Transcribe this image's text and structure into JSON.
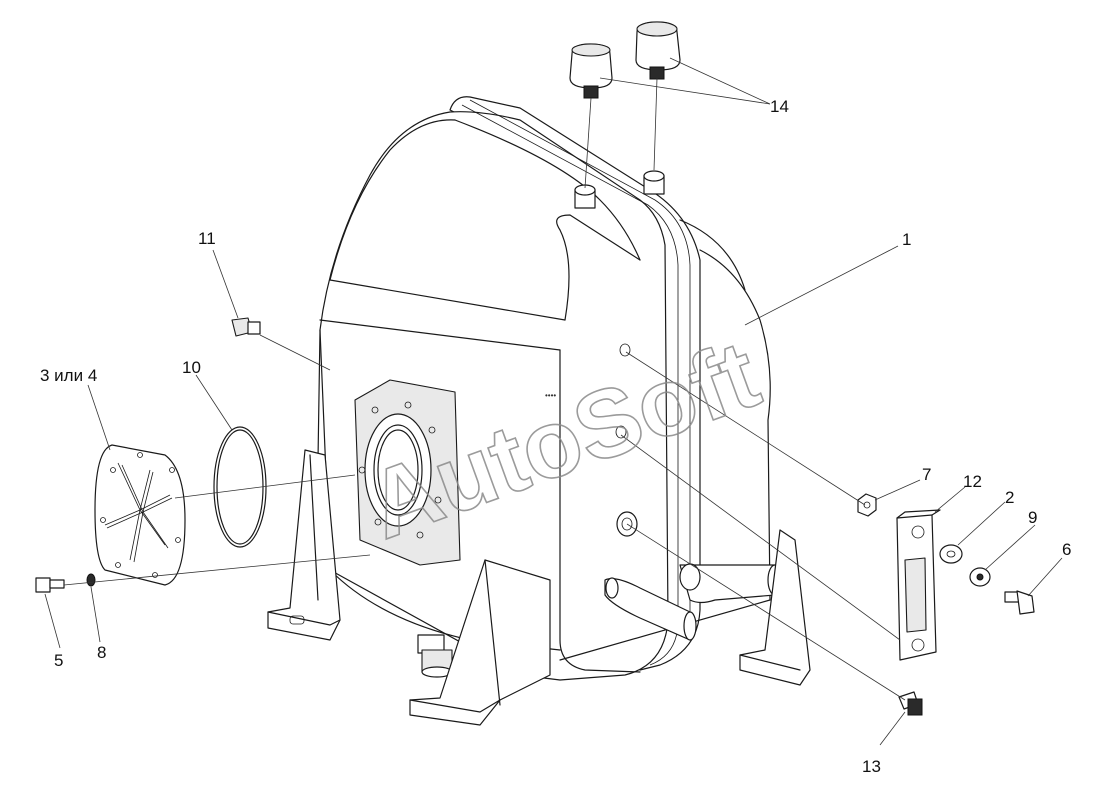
{
  "watermark": "AutoSoft",
  "callouts": {
    "c1": "1",
    "c2": "2",
    "c3_4": "3 или 4",
    "c5": "5",
    "c6": "6",
    "c7": "7",
    "c8": "8",
    "c9": "9",
    "c10": "10",
    "c11": "11",
    "c12": "12",
    "c13": "13",
    "c14": "14"
  }
}
